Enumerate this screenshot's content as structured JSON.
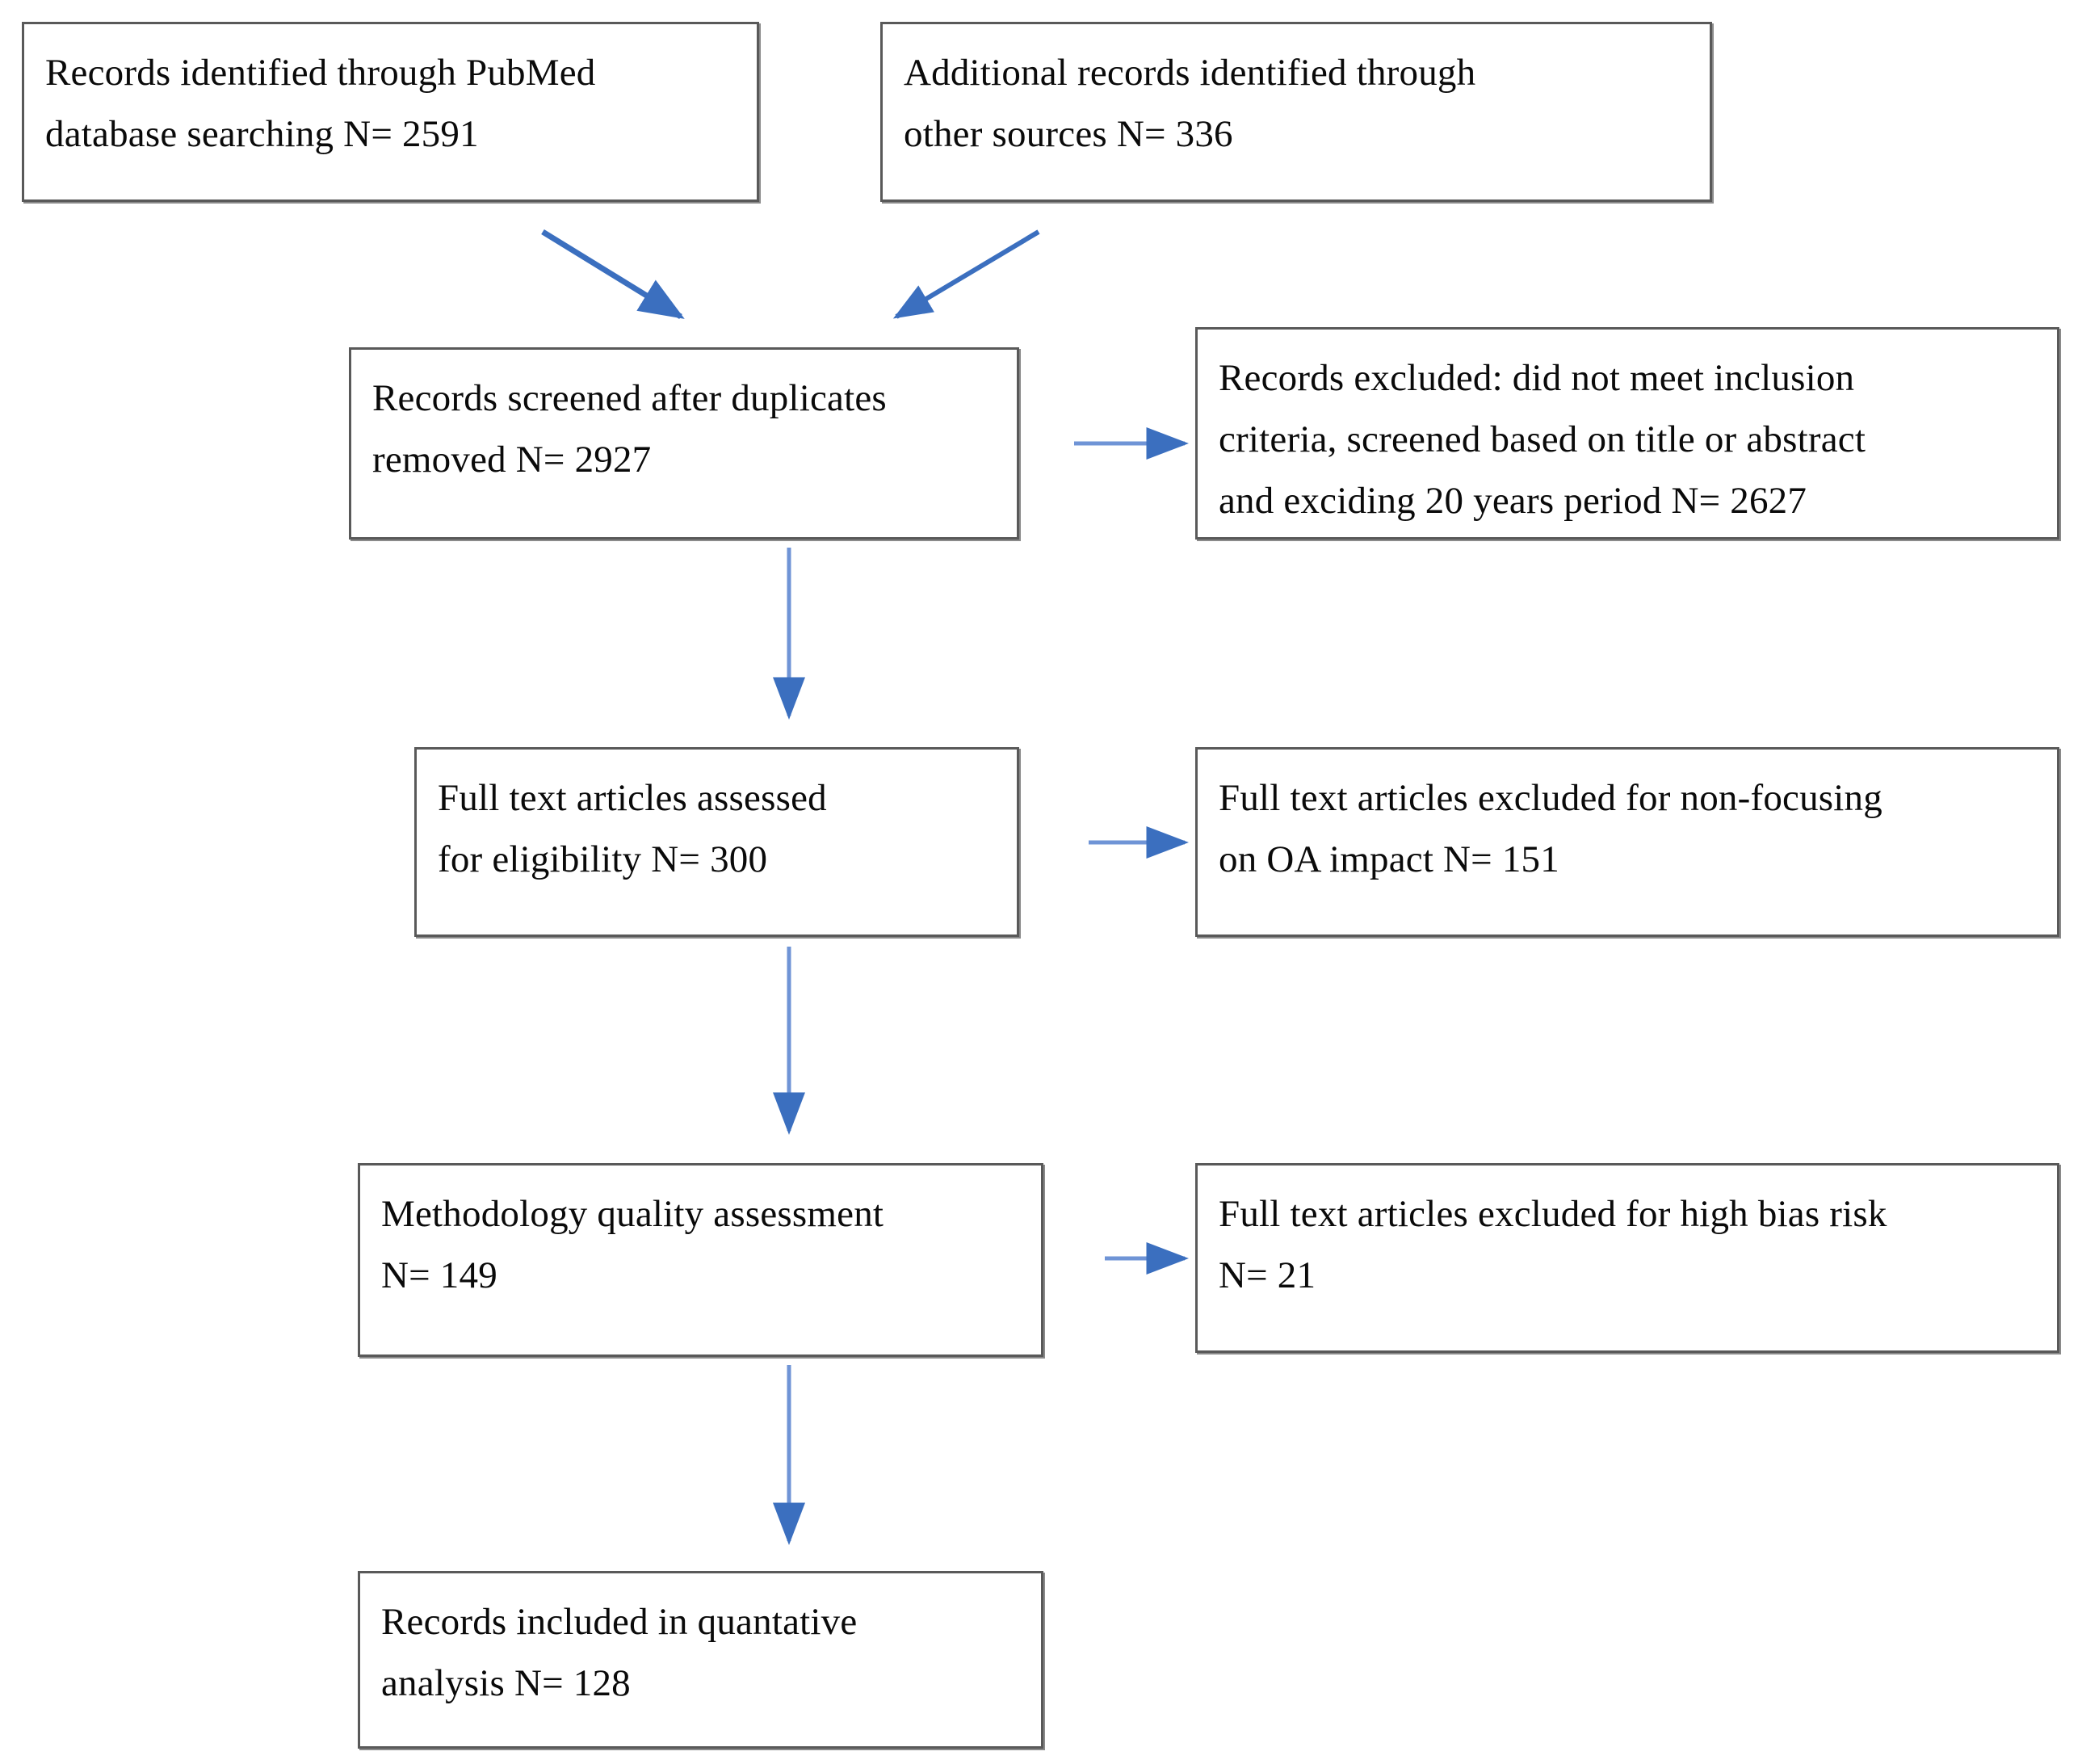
{
  "diagram": {
    "title": "PRISMA study selection flow diagram",
    "type": "flowchart",
    "accent_color": "#3b6fbf",
    "box_border_color": "#595959",
    "text_color": "#0a0a0a",
    "background": "#ffffff"
  },
  "nodes": {
    "identified_pubmed": {
      "label": "Records identified through PubMed\ndatabase searching N= 2591",
      "count": 2591
    },
    "identified_other": {
      "label": "Additional records identified through\nother sources   N= 336",
      "count": 336
    },
    "screened": {
      "label": "Records screened after duplicates\nremoved N= 2927",
      "count": 2927
    },
    "records_excluded": {
      "label": "Records excluded: did not meet inclusion\ncriteria, screened based on title or abstract\nand exciding 20 years period N= 2627",
      "count": 2627
    },
    "full_text_assessed": {
      "label": "Full text articles assessed\nfor eligibility N= 300",
      "count": 300
    },
    "full_text_excluded_focus": {
      "label": "Full text articles excluded for non-focusing\non OA impact N= 151",
      "count": 151
    },
    "methodology_quality": {
      "label": "Methodology quality assessment\nN= 149",
      "count": 149
    },
    "full_text_excluded_bias": {
      "label": "Full text articles excluded for high bias risk\nN= 21",
      "count": 21
    },
    "included_quantitative": {
      "label": "Records included in quantative\nanalysis N= 128",
      "count": 128
    }
  },
  "edges": [
    {
      "from": "identified_pubmed",
      "to": "screened",
      "style": "diagonal-down-right"
    },
    {
      "from": "identified_other",
      "to": "screened",
      "style": "diagonal-down-left"
    },
    {
      "from": "screened",
      "to": "records_excluded",
      "style": "horizontal-right"
    },
    {
      "from": "screened",
      "to": "full_text_assessed",
      "style": "vertical-down"
    },
    {
      "from": "full_text_assessed",
      "to": "full_text_excluded_focus",
      "style": "horizontal-right"
    },
    {
      "from": "full_text_assessed",
      "to": "methodology_quality",
      "style": "vertical-down"
    },
    {
      "from": "methodology_quality",
      "to": "full_text_excluded_bias",
      "style": "horizontal-right"
    },
    {
      "from": "methodology_quality",
      "to": "included_quantitative",
      "style": "vertical-down"
    }
  ]
}
